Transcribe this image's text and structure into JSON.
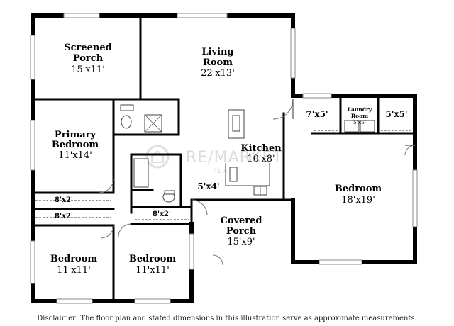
{
  "rooms": {
    "screened_porch": {
      "name_line1": "Screened",
      "name_line2": "Porch",
      "dims": "15'x11'"
    },
    "living_room": {
      "name_line1": "Living",
      "name_line2": "Room",
      "dims": "22'x13'"
    },
    "primary_bedroom": {
      "name_line1": "Primary",
      "name_line2": "Bedroom",
      "dims": "11'x14'"
    },
    "kitchen": {
      "name": "Kitchen",
      "dims": "10'x8'"
    },
    "bedroom_large": {
      "name": "Bedroom",
      "dims": "18'x19'"
    },
    "covered_porch": {
      "name_line1": "Covered",
      "name_line2": "Porch",
      "dims": "15'x9'"
    },
    "bedroom_left": {
      "name": "Bedroom",
      "dims": "11'x11'"
    },
    "bedroom_mid": {
      "name": "Bedroom",
      "dims": "11'x11'"
    },
    "laundry_room": {
      "name_line1": "Laundry",
      "name_line2": "Room",
      "dims": "5'x5'"
    },
    "closet_right_a": {
      "dims": "7'x5'"
    },
    "closet_right_b": {
      "dims": "5'x5'"
    },
    "hall": {
      "dims": "5'x4'"
    },
    "closet_left_a": {
      "dims": "8'x2'"
    },
    "closet_left_b": {
      "dims": "8'x2'"
    },
    "closet_mid": {
      "dims": "8'x2'"
    }
  },
  "watermark": {
    "text": "RE/MARKET",
    "sub": "PLAN"
  },
  "disclaimer": "Disclaimer: The floor plan and stated dimensions in this illustration serve as approximate measurements."
}
